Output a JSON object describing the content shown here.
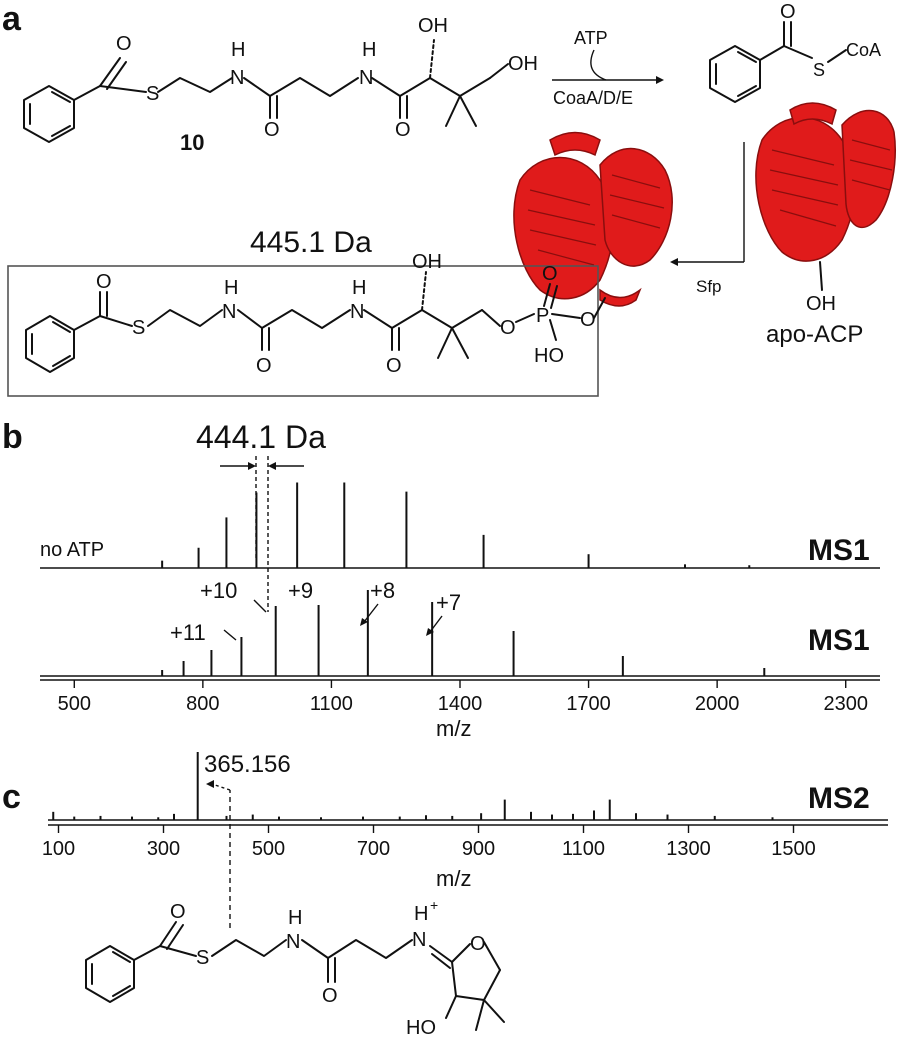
{
  "panels": {
    "a": "a",
    "b": "b",
    "c": "c"
  },
  "panel_a": {
    "compound_number": "10",
    "reaction_cofactor": "ATP",
    "reaction_enzymes": "CoaA/D/E",
    "product_atoms": {
      "s": "S",
      "coa": "CoA"
    },
    "sfp_label": "Sfp",
    "apo_acp_label": "apo-ACP",
    "apo_oh": "OH",
    "adduct_mass": "445.1 Da",
    "protein_color": "#e01b1b",
    "atoms": {
      "O": "O",
      "S": "S",
      "H": "H",
      "N": "N",
      "OH": "OH",
      "P": "P",
      "HO": "HO",
      "HO_c": "HO",
      "Hplus": "H",
      "plus": "+"
    }
  },
  "panel_b": {
    "mass_shift_label": "444.1 Da",
    "trace_labels": {
      "top_condition": "no ATP",
      "top_ms": "MS1",
      "bottom_ms": "MS1"
    },
    "charge_labels": [
      "+11",
      "+10",
      "+9",
      "+8",
      "+7"
    ]
  },
  "panel_c": {
    "ms_label": "MS2",
    "fragment_label": "365.156"
  },
  "chart_data": [
    {
      "type": "bar",
      "title": "MS1 no ATP",
      "xlabel": "m/z",
      "xlim": [
        420,
        2380
      ],
      "ticks": [
        500,
        800,
        1100,
        1400,
        1700,
        2000,
        2300
      ],
      "x": [
        705,
        790,
        855,
        925,
        1020,
        1130,
        1275,
        1455,
        1700,
        1925,
        2075
      ],
      "values": [
        0.08,
        0.22,
        0.55,
        0.82,
        0.93,
        0.93,
        0.83,
        0.36,
        0.15,
        0.04,
        0.03
      ]
    },
    {
      "type": "bar",
      "title": "MS1",
      "xlabel": "m/z",
      "xlim": [
        420,
        2380
      ],
      "ticks": [
        500,
        800,
        1100,
        1400,
        1700,
        2000,
        2300
      ],
      "x": [
        705,
        755,
        820,
        890,
        970,
        1070,
        1185,
        1335,
        1525,
        1780,
        2110
      ],
      "values": [
        0.06,
        0.15,
        0.26,
        0.39,
        0.7,
        0.71,
        0.86,
        0.74,
        0.45,
        0.2,
        0.08
      ]
    },
    {
      "type": "bar",
      "title": "MS2",
      "xlabel": "m/z",
      "xlim": [
        80,
        1680
      ],
      "ticks": [
        100,
        300,
        500,
        700,
        900,
        1100,
        1300,
        1500
      ],
      "x": [
        90,
        130,
        180,
        240,
        290,
        320,
        365.156,
        420,
        470,
        520,
        600,
        680,
        750,
        800,
        850,
        905,
        950,
        1000,
        1040,
        1080,
        1120,
        1150,
        1200,
        1260,
        1350,
        1460
      ],
      "values": [
        0.12,
        0.05,
        0.06,
        0.05,
        0.04,
        0.09,
        1.0,
        0.06,
        0.08,
        0.05,
        0.04,
        0.05,
        0.05,
        0.07,
        0.06,
        0.1,
        0.3,
        0.12,
        0.08,
        0.09,
        0.14,
        0.3,
        0.1,
        0.08,
        0.06,
        0.04
      ]
    }
  ]
}
